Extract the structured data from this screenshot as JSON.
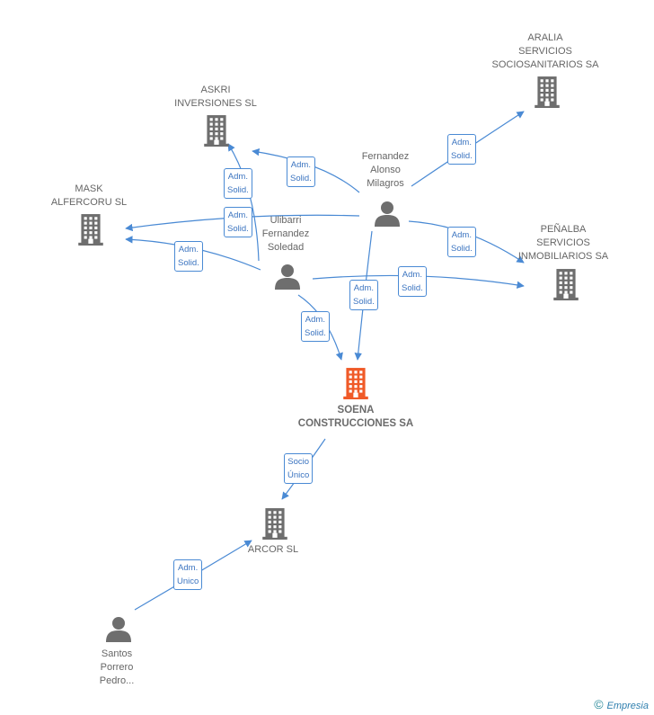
{
  "colors": {
    "edge": "#4a8ad4",
    "building": "#6e6e6e",
    "main_building": "#f05a28",
    "person": "#6e6e6e"
  },
  "nodes": [
    {
      "id": "soena",
      "type": "main-company",
      "label": "SOENA\nCONSTRUCCIONES SA"
    },
    {
      "id": "askri",
      "type": "company",
      "label": "ASKRI\nINVERSIONES SL"
    },
    {
      "id": "aralia",
      "type": "company",
      "label": "ARALIA\nSERVICIOS\nSOCIOSANITARIOS SA"
    },
    {
      "id": "mask",
      "type": "company",
      "label": "MASK\nALFERCORU  SL"
    },
    {
      "id": "penalba",
      "type": "company",
      "label": "PEÑALBA\nSERVICIOS\nINMOBILIARIOS SA"
    },
    {
      "id": "arcor",
      "type": "company",
      "label": "ARCOR SL"
    },
    {
      "id": "fernandez",
      "type": "person",
      "label": "Fernandez\nAlonso\nMilagros"
    },
    {
      "id": "ulibarri",
      "type": "person",
      "label": "Ulibarri\nFernandez\nSoledad"
    },
    {
      "id": "santos",
      "type": "person",
      "label": "Santos\nPorrero\nPedro..."
    }
  ],
  "edges": [
    {
      "id": "e1",
      "from": "fernandez",
      "to": "askri",
      "label": "Adm.\nSolid."
    },
    {
      "id": "e2",
      "from": "fernandez",
      "to": "aralia",
      "label": "Adm.\nSolid."
    },
    {
      "id": "e3",
      "from": "fernandez",
      "to": "mask",
      "label": "Adm.\nSolid."
    },
    {
      "id": "e4",
      "from": "fernandez",
      "to": "penalba",
      "label": "Adm.\nSolid."
    },
    {
      "id": "e5",
      "from": "fernandez",
      "to": "soena",
      "label": "Adm.\nSolid."
    },
    {
      "id": "e6",
      "from": "ulibarri",
      "to": "askri",
      "label": "Adm.\nSolid."
    },
    {
      "id": "e7",
      "from": "ulibarri",
      "to": "mask",
      "label": "Adm.\nSolid."
    },
    {
      "id": "e8",
      "from": "ulibarri",
      "to": "penalba",
      "label": "Adm.\nSolid."
    },
    {
      "id": "e9",
      "from": "ulibarri",
      "to": "soena",
      "label": "Adm.\nSolid."
    },
    {
      "id": "e10",
      "from": "soena",
      "to": "arcor",
      "label": "Socio\nÚnico"
    },
    {
      "id": "e11",
      "from": "santos",
      "to": "arcor",
      "label": "Adm.\nUnico"
    }
  ],
  "footer": {
    "copyright": "©",
    "brand": "Empresia"
  }
}
